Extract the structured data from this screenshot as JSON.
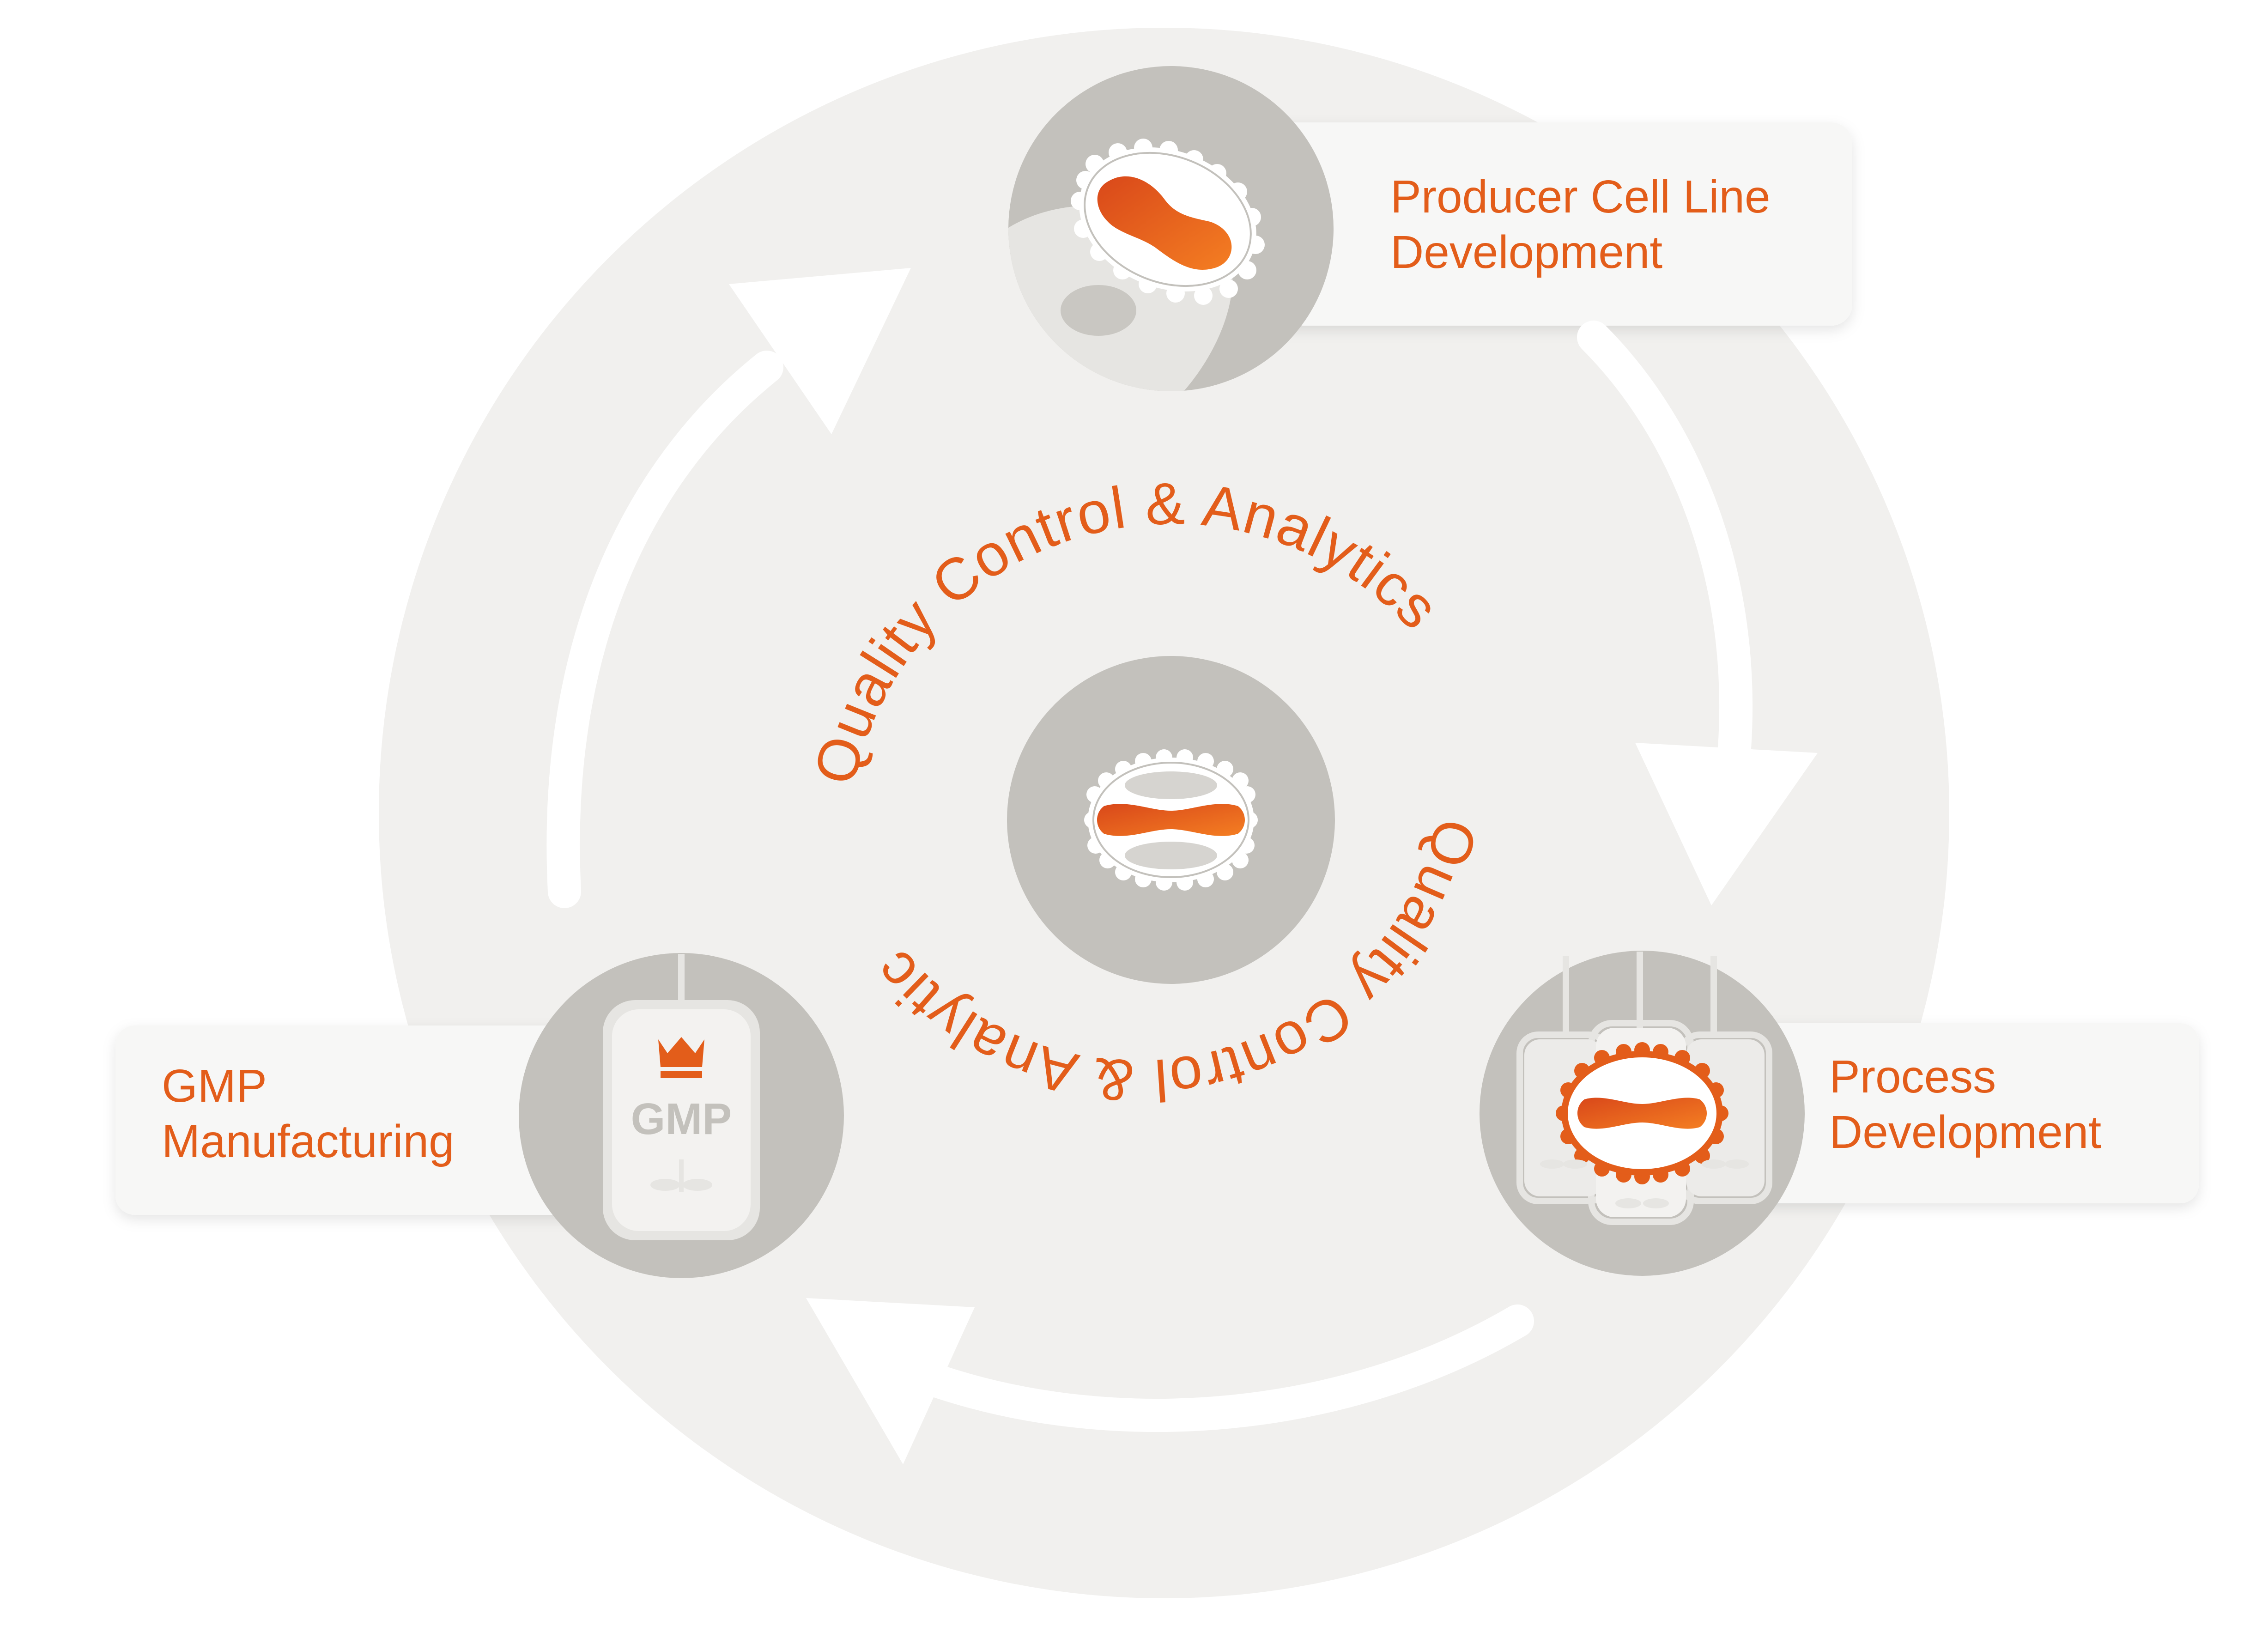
{
  "colors": {
    "accent": "#e35d1a",
    "accent_light": "#f07d2a",
    "ring_background": "#f1f0ee",
    "node_circle": "#c3c1bc",
    "label_box": "#f7f7f6",
    "white": "#ffffff"
  },
  "center": {
    "orbit_text_top": "Quality Control & Analytics",
    "orbit_text_bottom": "Quality Control & Analytics",
    "icon": "cell-with-dividing-virus-icon"
  },
  "nodes": [
    {
      "id": "producer",
      "label_line1": "Producer Cell Line",
      "label_line2": "Development",
      "icon": "producer-cell-icon"
    },
    {
      "id": "process",
      "label_line1": "Process",
      "label_line2": "Development",
      "icon": "bioreactor-cell-icon"
    },
    {
      "id": "gmp",
      "label_line1": "GMP",
      "label_line2": "Manufacturing",
      "icon": "gmp-vessel-icon",
      "vessel_text": "GMP"
    }
  ],
  "arrows": [
    "arrow-gmp-to-producer",
    "arrow-producer-to-process",
    "arrow-process-to-gmp"
  ]
}
